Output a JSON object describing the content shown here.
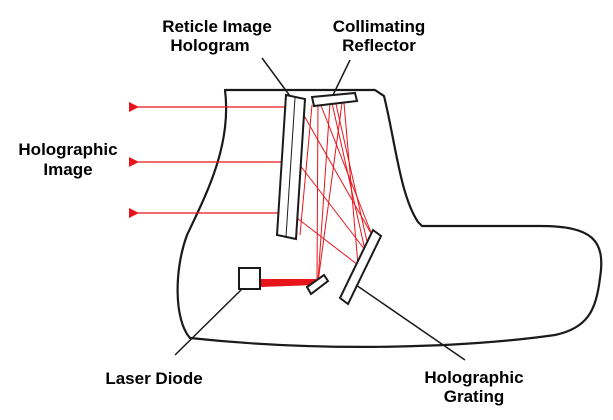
{
  "labels": {
    "reticle_line1": "Reticle Image",
    "reticle_line2": "Hologram",
    "collimating_line1": "Collimating",
    "collimating_line2": "Reflector",
    "holographic_image_line1": "Holographic",
    "holographic_image_line2": "Image",
    "laser_diode": "Laser Diode",
    "grating_line1": "Holographic",
    "grating_line2": "Grating"
  },
  "colors": {
    "beam": "#e8141b",
    "outline": "#1a1a1a",
    "component_fill": "#ffffff"
  }
}
